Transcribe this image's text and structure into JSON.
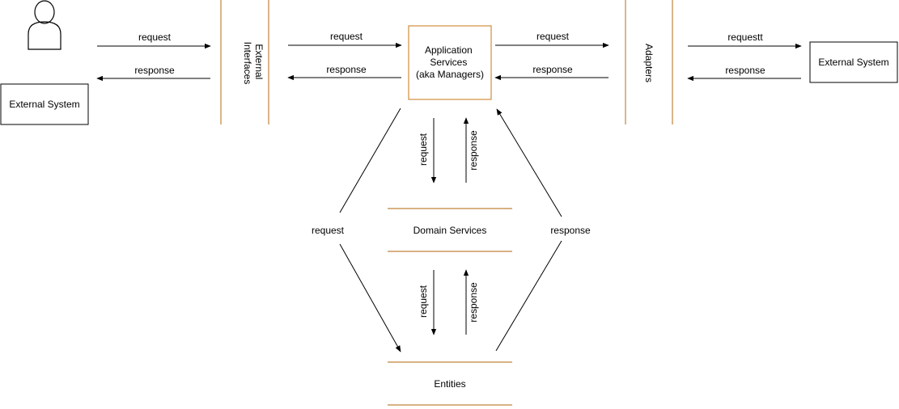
{
  "colors": {
    "layer_line": "#c0843a",
    "app_border": "#d08c3e",
    "ink": "#000000"
  },
  "actor": {
    "icon": "user-icon"
  },
  "boxes": {
    "external_system_left": "External System",
    "external_system_right": "External System",
    "app_services": [
      "Application",
      "Services",
      "(aka Managers)"
    ]
  },
  "layers": {
    "external_interfaces": [
      "External",
      "Interfaces"
    ],
    "adapters": "Adapters",
    "domain_services": "Domain Services",
    "entities": "Entities"
  },
  "labels": {
    "left_request": "request",
    "left_response": "response",
    "ei_request": "request",
    "ei_response": "response",
    "app_request": "request",
    "app_response": "response",
    "right_request": "requestt",
    "right_response": "response",
    "ds_request": "request",
    "ds_response": "response",
    "ent_request": "request",
    "ent_response": "response",
    "diag_request": "request",
    "diag_response": "response"
  }
}
